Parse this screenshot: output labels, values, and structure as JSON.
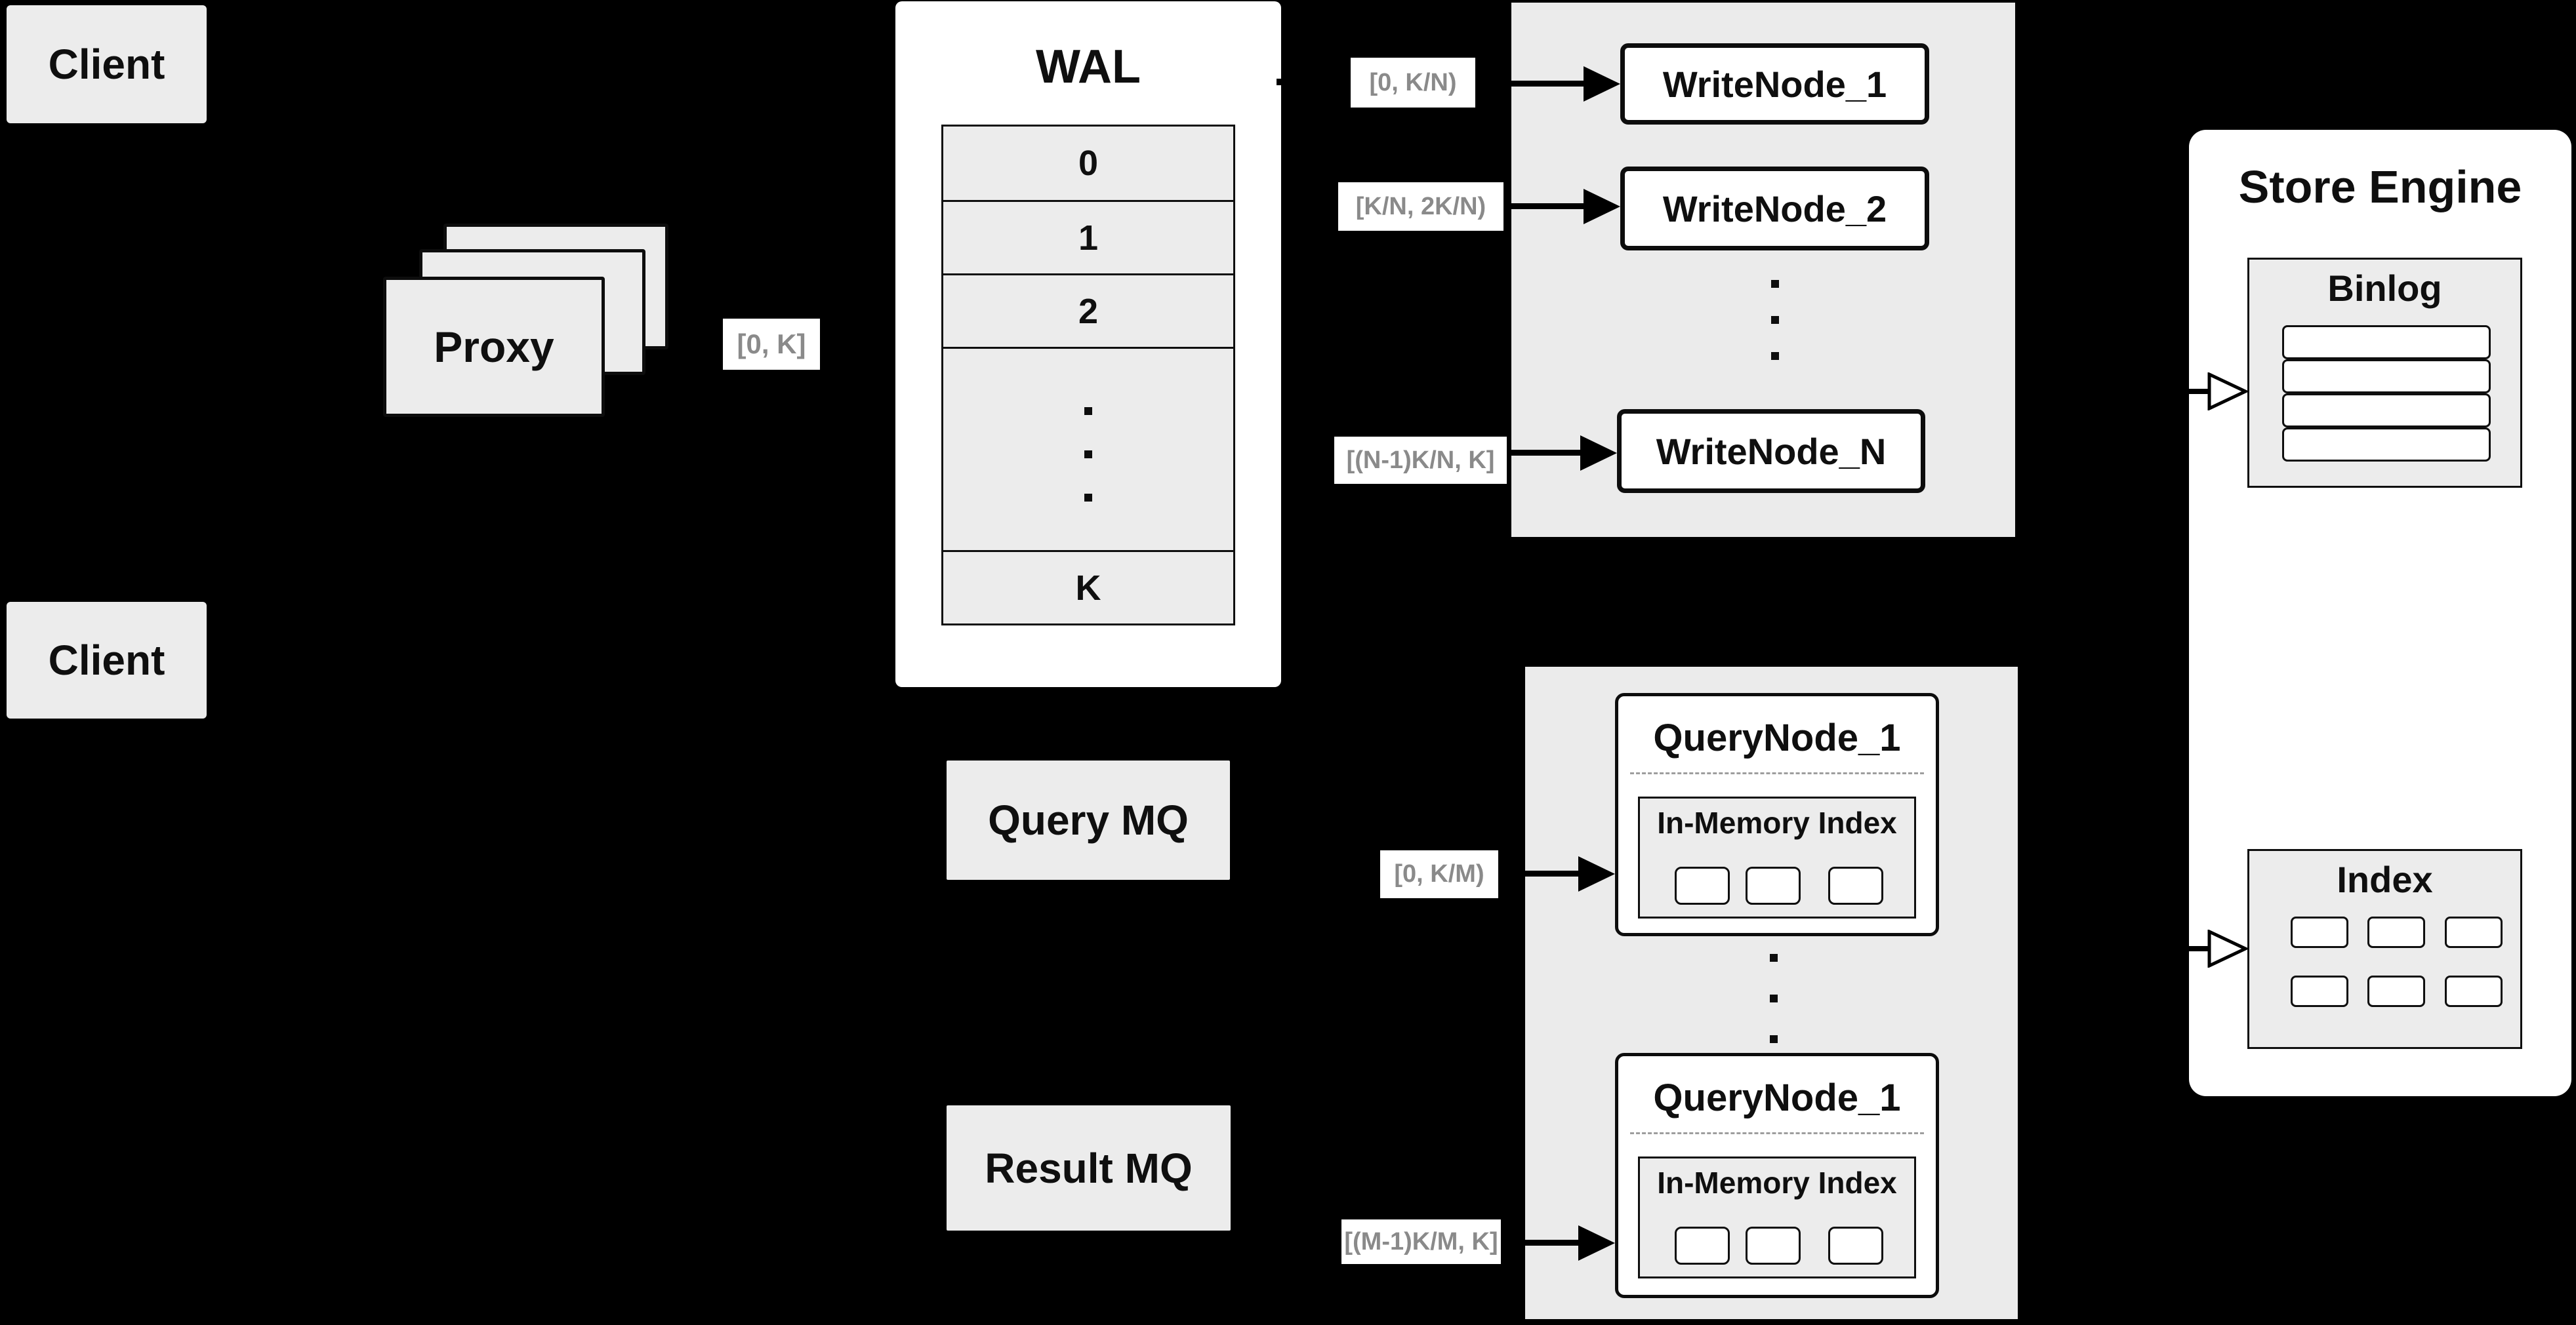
{
  "diagram": {
    "clients": {
      "top_label": "Client",
      "bottom_label": "Client"
    },
    "proxy": {
      "label": "Proxy",
      "range_chip": "[0, K]"
    },
    "wal": {
      "title": "WAL",
      "segments": [
        "0",
        "1",
        "2"
      ],
      "last_segment": "K"
    },
    "write_nodes": {
      "items": [
        {
          "range_chip": "[0, K/N)",
          "label": "WriteNode_1"
        },
        {
          "range_chip": "[K/N, 2K/N)",
          "label": "WriteNode_2"
        },
        {
          "range_chip": "[(N-1)K/N, K]",
          "label": "WriteNode_N"
        }
      ]
    },
    "store_engine": {
      "title": "Store Engine",
      "binlog": {
        "title": "Binlog",
        "slot_count": 4
      },
      "index": {
        "title": "Index",
        "cell_count": 6
      }
    },
    "query_side": {
      "query_mq_label": "Query MQ",
      "result_mq_label": "Result MQ",
      "nodes": [
        {
          "range_chip": "[0, K/M)",
          "label": "QueryNode_1",
          "inner_title": "In-Memory Index"
        },
        {
          "range_chip": "[(M-1)K/M, K]",
          "label": "QueryNode_1",
          "inner_title": "In-Memory Index"
        }
      ]
    },
    "colors": {
      "background": "#000000",
      "panel_gray": "#ebebeb",
      "box_gray": "#ececec",
      "box_white": "#ffffff",
      "chip_text_gray": "#8a8a8a",
      "line_black": "#0d0d0d"
    }
  }
}
